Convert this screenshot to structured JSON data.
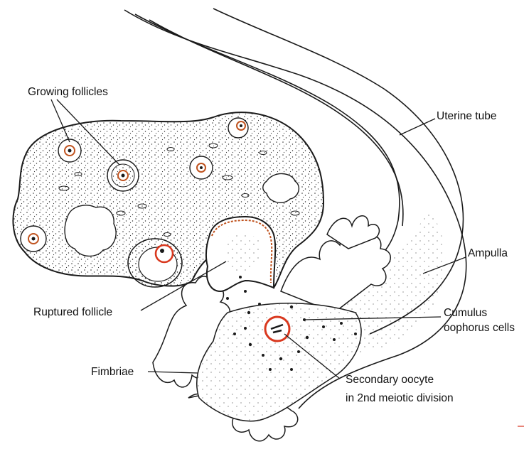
{
  "labels": {
    "growing_follicles": "Growing follicles",
    "uterine_tube": "Uterine tube",
    "ampulla": "Ampulla",
    "cumulus_line1": "Cumulus",
    "cumulus_line2": "oophorus cells",
    "ruptured_follicle": "Ruptured follicle",
    "fimbriae": "Fimbriae",
    "oocyte_line1": "Secondary oocyte",
    "oocyte_line2": "in 2nd meiotic division"
  },
  "colors": {
    "ink": "#1a1a1a",
    "highlight": "#d9381e",
    "follicle_rim": "#c0531f"
  }
}
